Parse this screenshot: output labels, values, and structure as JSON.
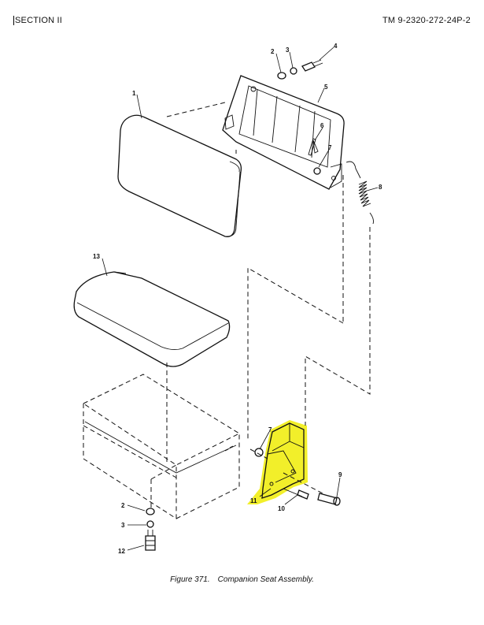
{
  "header": {
    "section": "SECTION II",
    "tm_number": "TM 9-2320-272-24P-2"
  },
  "figure": {
    "number_label": "Figure 371.",
    "title": "Companion Seat Assembly."
  },
  "callouts": [
    "1",
    "2",
    "3",
    "4",
    "5",
    "6",
    "7",
    "8",
    "13",
    "7",
    "9",
    "10",
    "11",
    "2",
    "3",
    "12"
  ],
  "highlight_color": "#f2ef2a"
}
